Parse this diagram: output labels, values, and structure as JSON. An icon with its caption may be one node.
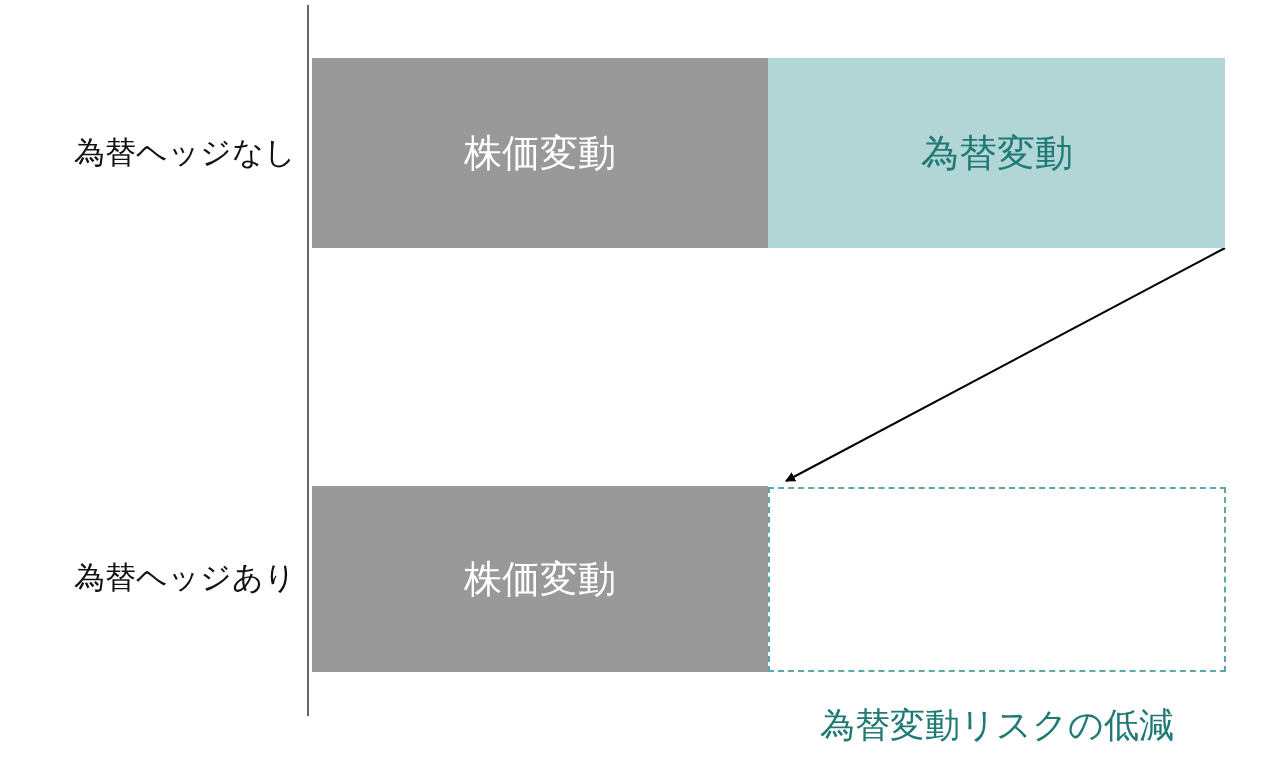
{
  "diagram": {
    "nodes": [
      {
        "text": [
          "株価変動"
        ]
      },
      {
        "text": [
          "為替変動"
        ]
      },
      {
        "text": [
          "株価変動"
        ]
      },
      {
        "text": [],
        "shape": "box",
        "beside": [
          "為替変動リスクの低減"
        ]
      }
    ],
    "edges": [
      {
        "from": 1,
        "to": 3,
        "arrow": "to"
      }
    ],
    "labels": [
      "為替ヘッジなし",
      "為替ヘッジあり"
    ]
  }
}
